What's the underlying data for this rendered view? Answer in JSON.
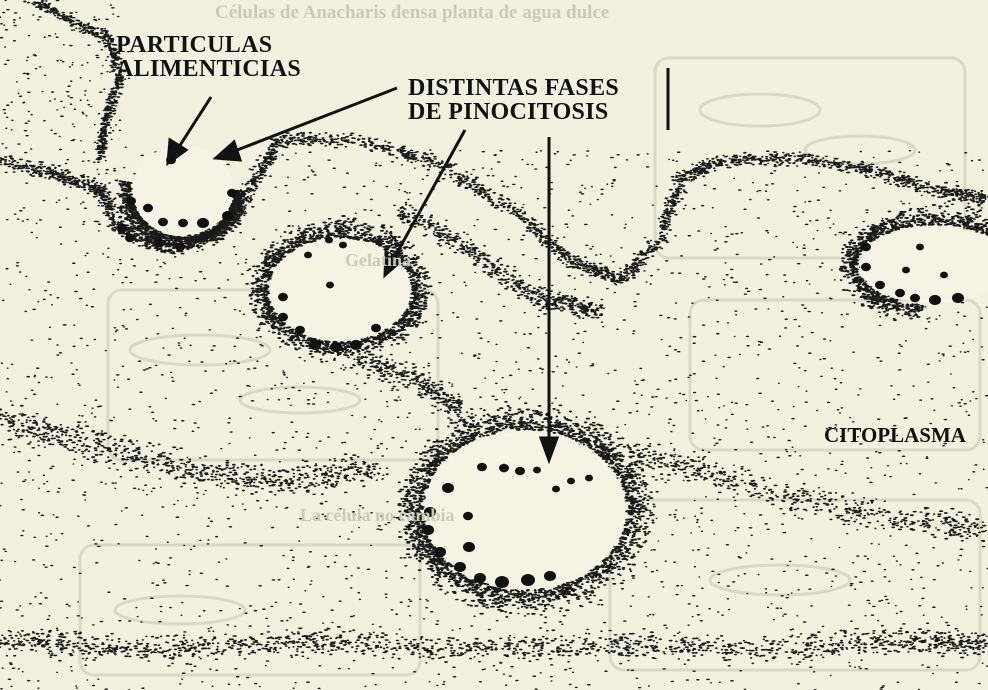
{
  "labels": {
    "particulas": "PARTICULAS\nALIMENTICIAS",
    "fases": "DISTINTAS FASES\nDE PINOCITOSIS",
    "citoplasma": "CITOPLASMA"
  },
  "bleed_through": {
    "top_caption": "Células de Anacharis densa planta de agua dulce",
    "mid_left": "Gelatina",
    "mid_right": "La célula no cambia"
  },
  "colors": {
    "paper": "#f2f1df",
    "ink": "#111111",
    "ghost": "#c9c9bc"
  }
}
